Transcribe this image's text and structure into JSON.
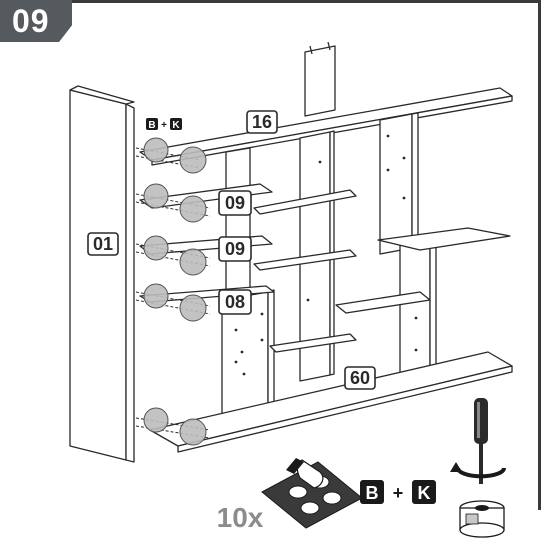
{
  "step": {
    "number": "09"
  },
  "parts": {
    "side_panel": "01",
    "top_panel": "16",
    "shelf_upper": "09",
    "shelf_middle": "09",
    "shelf_lower": "08",
    "base_plinth": "60"
  },
  "hardware": {
    "fitting_top": {
      "left": "B",
      "plus": "+",
      "right": "K"
    },
    "fitting_bottom": {
      "left": "B",
      "plus": "+",
      "right": "K"
    }
  },
  "pads": {
    "quantity": "10x"
  },
  "colors": {
    "badge": "#555a5e",
    "line": "#2a2a2a",
    "callout": "#bdbdbd"
  }
}
